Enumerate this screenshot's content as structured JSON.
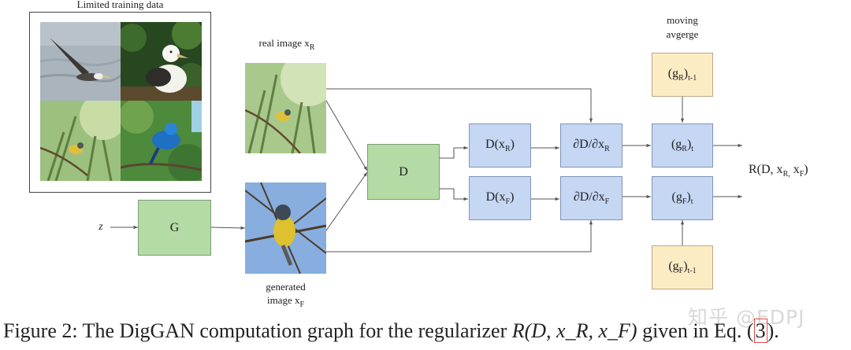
{
  "training": {
    "title": "Limited training data"
  },
  "inputs": {
    "z": "z",
    "real_label": "real image x",
    "real_sub": "R",
    "generated_label_1": "generated",
    "generated_label_2": "image x",
    "generated_sub": "F"
  },
  "nodes": {
    "G": "G",
    "D": "D",
    "d_real": {
      "text": "D(x",
      "sub": "R",
      "close": ")"
    },
    "d_fake": {
      "text": "D(x",
      "sub": "F",
      "close": ")"
    },
    "grad_real": {
      "text": "∂D/∂x",
      "sub": "R"
    },
    "grad_fake": {
      "text": "∂D/∂x",
      "sub": "F"
    },
    "g_real": {
      "text": "(g",
      "sub": "R",
      "close": ")",
      "sub2": "t"
    },
    "g_fake": {
      "text": "(g",
      "sub": "F",
      "close": ")",
      "sub2": "t"
    },
    "g_real_prev": {
      "text": "(g",
      "sub": "R",
      "close": ")",
      "sub2": "t-1"
    },
    "g_fake_prev": {
      "text": "(g",
      "sub": "F",
      "close": ")",
      "sub2": "t-1"
    }
  },
  "moving_average": {
    "line1": "moving",
    "line2": "avgerge"
  },
  "output": {
    "text": "R(D, x",
    "sub1": "R,",
    "mid": " x",
    "sub2": "F",
    "close": ")"
  },
  "caption": {
    "prefix": "Figure 2: The DigGAN computation graph for the regularizer ",
    "math": "R(D, x_R, x_F)",
    "suffix_a": " given in Eq. (",
    "ref": "3",
    "suffix_b": ")."
  },
  "watermark": "知乎 @EDPJ",
  "colors": {
    "green": "#b4dba5",
    "blue": "#c6d7f4",
    "cream": "#fcecc4",
    "line": "#555555"
  }
}
